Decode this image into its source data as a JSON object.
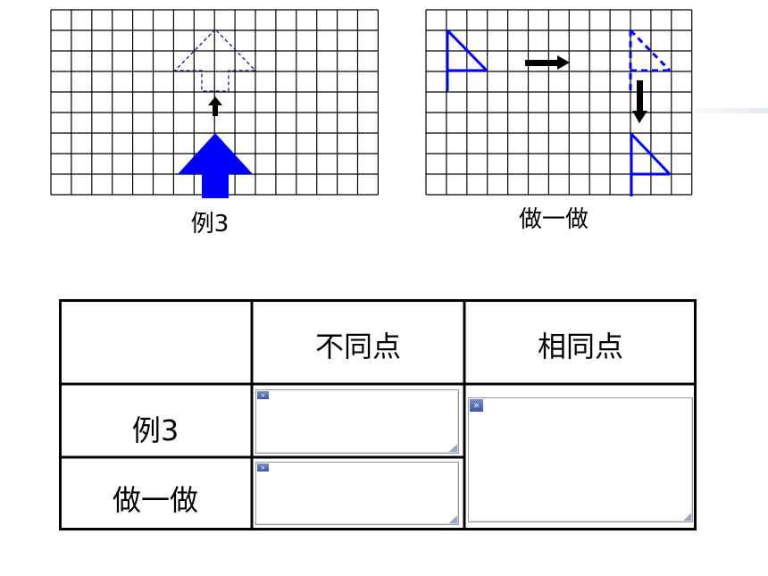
{
  "captions": {
    "example": "例3",
    "practice": "做一做"
  },
  "table": {
    "headers": [
      "",
      "不同点",
      "相同点"
    ],
    "rows": [
      {
        "label": "例3",
        "difference": "",
        "common": ""
      },
      {
        "label": "做一做",
        "difference": ""
      }
    ]
  },
  "colors": {
    "shape": "#0000ff",
    "arrow": "#000000",
    "grid": "#000000"
  },
  "icons": {
    "expand": "expand-chevron-icon",
    "resize": "resize-grip-icon"
  }
}
